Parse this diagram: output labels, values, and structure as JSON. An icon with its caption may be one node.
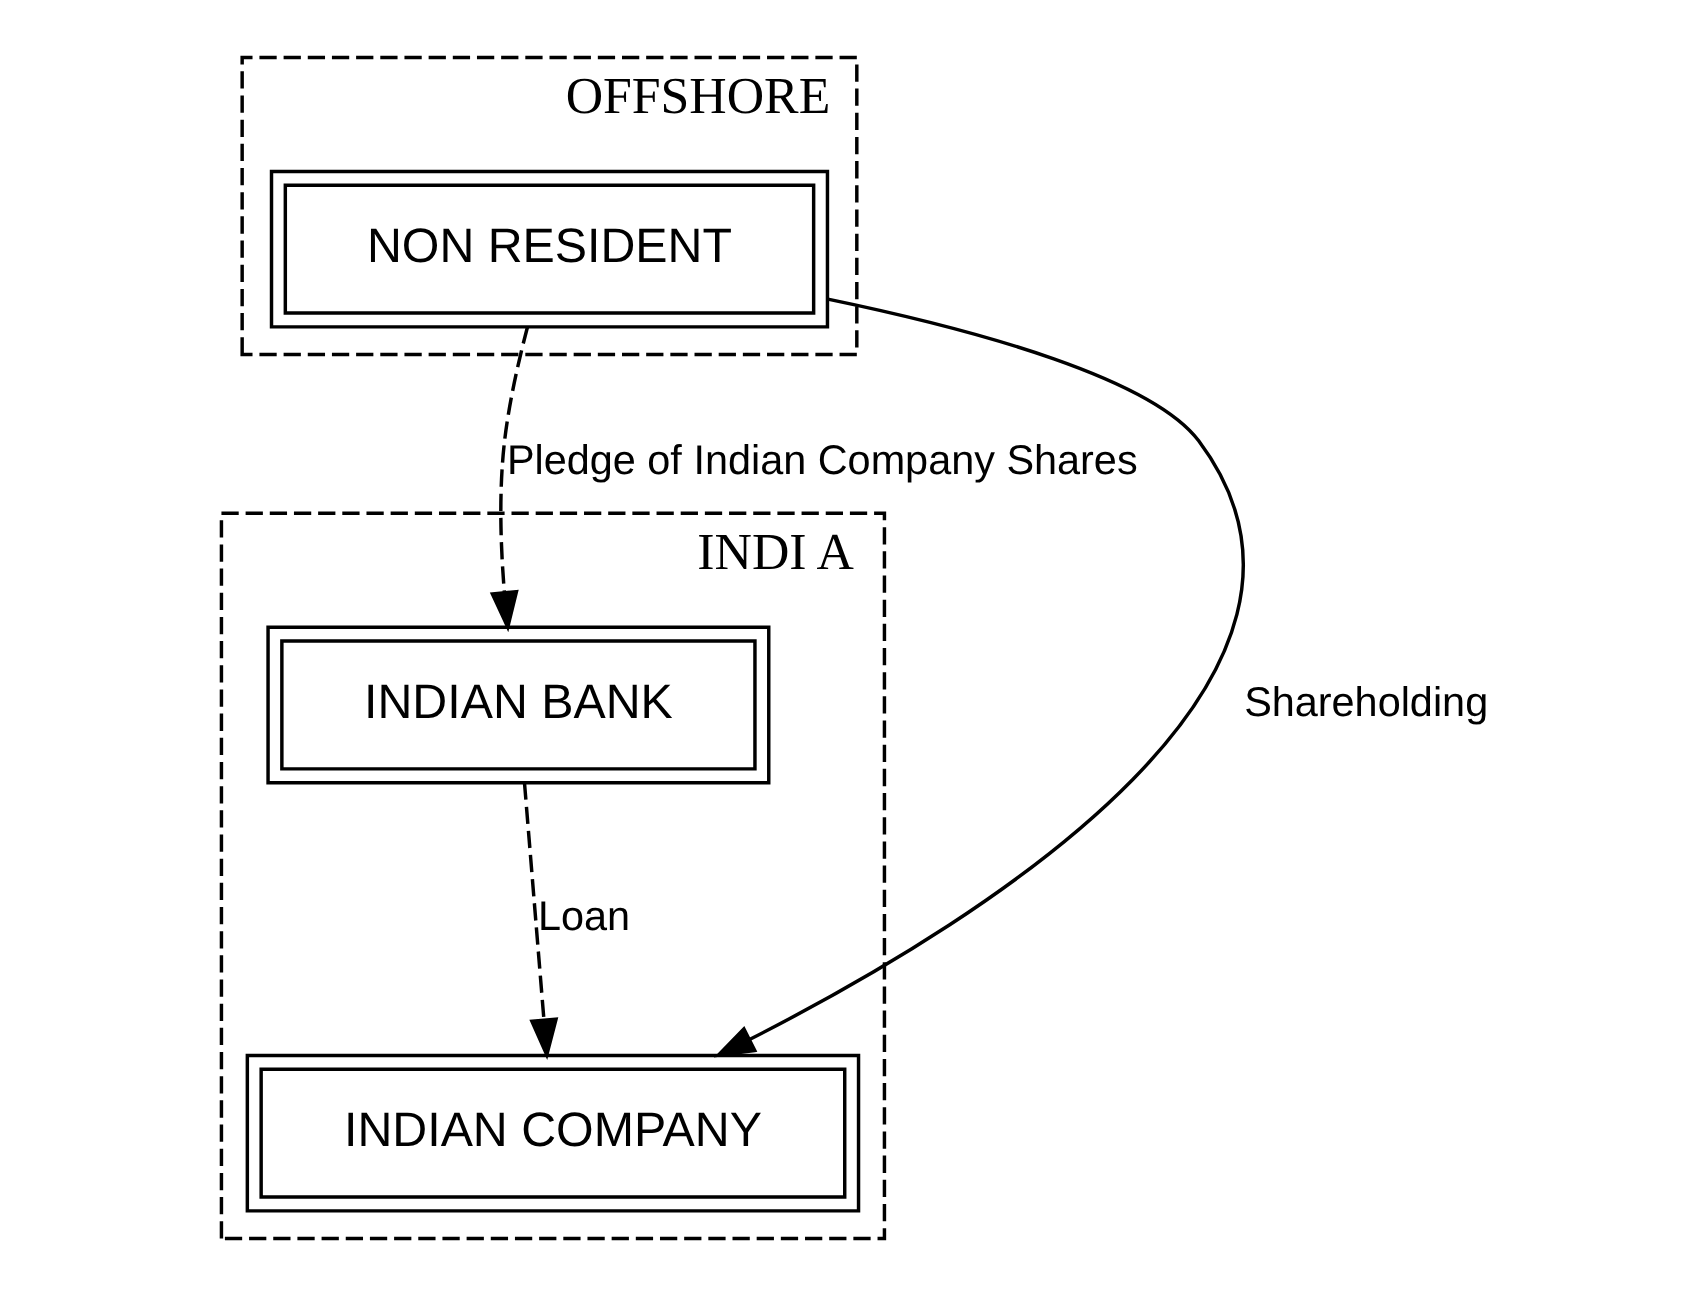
{
  "diagram": {
    "nodes": [
      {
        "text": [
          "OFFSHORE"
        ]
      },
      {
        "text": [
          "NON RESIDENT"
        ],
        "in": 0
      },
      {
        "text": [
          "INDI A"
        ]
      },
      {
        "text": [
          "INDIAN COMPANY"
        ],
        "in": 2
      },
      {
        "text": [
          "INDIAN BANK"
        ],
        "in": 2
      }
    ],
    "edges": [
      {
        "from": 1,
        "to": 3,
        "arrow": "to",
        "label": "Shareholding"
      },
      {
        "from": 1,
        "to": 4,
        "arrow": "to",
        "label": "Pledge of Indian Company Shares",
        "style": "dashed"
      },
      {
        "from": 4,
        "to": 3,
        "arrow": "to",
        "label": "Loan",
        "style": "dashed"
      }
    ]
  }
}
